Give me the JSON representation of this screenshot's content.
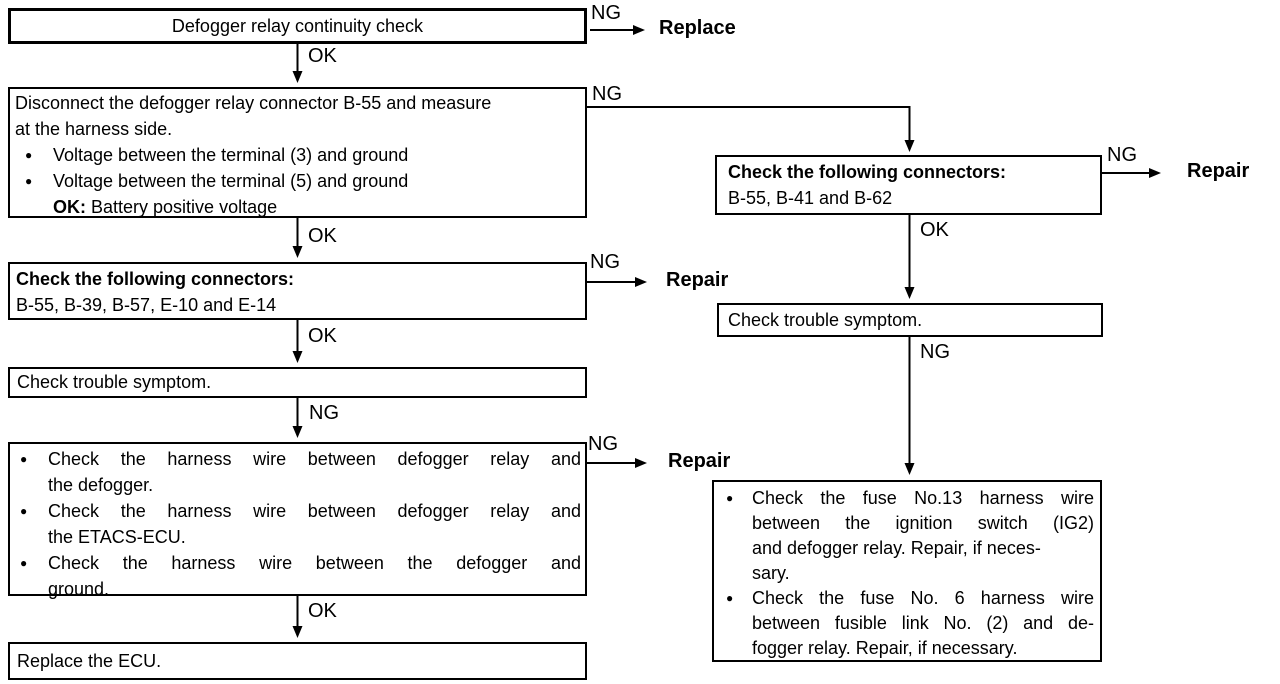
{
  "glyphs": {
    "bullet": "●"
  },
  "nodes": {
    "l1": {
      "text": "Defogger relay continuity check"
    },
    "l2": {
      "para": [
        "Disconnect the defogger relay connector B-55 and measure",
        "at the harness side."
      ],
      "bullets": [
        "Voltage between the terminal (3) and ground",
        "Voltage between the terminal (5) and ground"
      ],
      "ok_label": "OK:",
      "ok_value": "Battery positive voltage"
    },
    "l3": {
      "heading": "Check the following connectors:",
      "detail": "B-55, B-39, B-57, E-10 and E-14"
    },
    "l4": {
      "text": "Check trouble symptom."
    },
    "l5": {
      "bullets": [
        [
          "Check the harness wire between defogger relay and",
          "the defogger."
        ],
        [
          "Check the harness wire between defogger relay and",
          "the ETACS-ECU."
        ],
        [
          "Check the harness wire between the defogger and",
          "ground."
        ]
      ]
    },
    "l6": {
      "text": "Replace the ECU."
    },
    "r1": {
      "heading": "Check the following connectors:",
      "detail": "B-55, B-41 and B-62"
    },
    "r2": {
      "text": "Check trouble symptom."
    },
    "r3": {
      "bullets": [
        [
          "Check the fuse No.13 harness wire",
          "between the ignition switch (IG2)",
          "and defogger relay. Repair, if neces-",
          "sary."
        ],
        [
          "Check the fuse No. 6 harness wire",
          "between fusible link No. (2) and de-",
          "fogger relay. Repair, if necessary."
        ]
      ]
    }
  },
  "edges": {
    "l1_ok": "OK",
    "l1_ng": "NG",
    "l1_ng_result": "Replace",
    "l2_ok": "OK",
    "l2_ng": "NG",
    "l3_ok": "OK",
    "l3_ng": "NG",
    "l3_ng_result": "Repair",
    "l4_ng": "NG",
    "l5_ok": "OK",
    "l5_ng": "NG",
    "l5_ng_result": "Repair",
    "r1_ok": "OK",
    "r1_ng": "NG",
    "r1_ng_result": "Repair",
    "r2_ng": "NG"
  },
  "colors": {
    "ink": "#000000",
    "background": "#ffffff"
  }
}
